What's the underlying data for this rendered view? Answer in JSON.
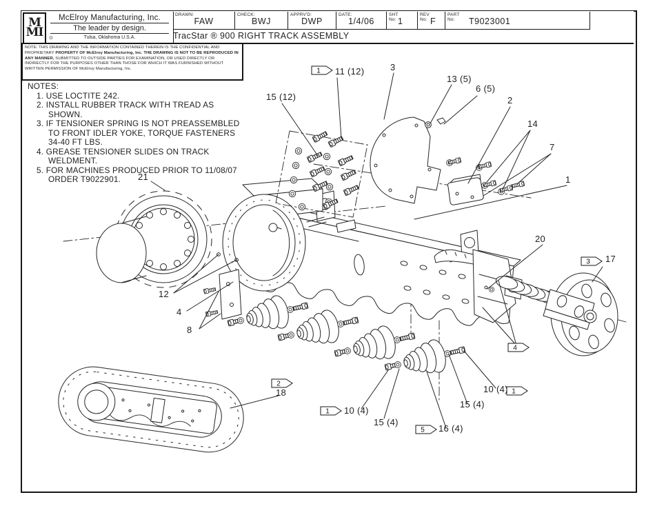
{
  "title_block": {
    "logo": {
      "top": "M",
      "bottom": "MI"
    },
    "company_name": "McElroy Manufacturing, Inc.",
    "tagline": "The leader by design.",
    "location_mark": "⊙",
    "location": "Tulsa, Oklahoma U.S.A.",
    "fields": [
      {
        "label": "DRAWN:",
        "value": "FAW"
      },
      {
        "label": "CHECK:",
        "value": "BWJ"
      },
      {
        "label": "APPRV'D:",
        "value": "DWP"
      },
      {
        "label": "DATE:",
        "value": "1/4/06"
      },
      {
        "label": "SHT\nNo:",
        "value": "1"
      },
      {
        "label": "REV\nNo:",
        "value": "F"
      },
      {
        "label": "PART\nNo:",
        "value": "T9023001"
      }
    ],
    "drawing_title": "TracStar ® 900 RIGHT TRACK ASSEMBLY"
  },
  "confidentiality_note": {
    "seg1": "NOTE: THIS DRAWING AND THE INFORMATION CONTAINED THEREIN IS THE CONFIDENTIAL AND PROPRIETARY ",
    "seg2_bold": "PROPERTY OF McElroy Manufacturing, Inc. THE DRAWING IS NOT TO BE REPRODUCED IN ANY MANNER, ",
    "seg3": "SUBMITTED TO OUTSIDE PARTIES FOR EXAMINATION, OR USED DIRECTLY OR INDIRECTLY FOR THE PURPOSES OTHER THAN THOSE FOR WHICH IT WAS FURNISHED WITHOUT WRITTEN PERMISSION OF McElroy Manufacturing, Inc."
  },
  "notes": {
    "heading": "NOTES:",
    "items": [
      "1. USE LOCTITE 242.",
      "2. INSTALL RUBBER TRACK WITH TREAD AS SHOWN.",
      "3. IF TENSIONER SPRING IS NOT PREASSEMBLED TO FRONT IDLER YOKE, TORQUE FASTENERS 34-40 FT LBS.",
      "4. GREASE TENSIONER SLIDES ON TRACK WELDMENT.",
      "5. FOR MACHINES PRODUCED PRIOR TO 11/08/07 ORDER T9022901."
    ]
  },
  "callouts": [
    {
      "part": "washer-cluster",
      "text": "15 (12)"
    },
    {
      "part": "bolt-cluster",
      "text": "11 (12)"
    },
    {
      "part": "cover-plate",
      "text": "3"
    },
    {
      "part": "nut",
      "text": "13 (5)"
    },
    {
      "part": "clip",
      "text": "6 (5)"
    },
    {
      "part": "slide-pad",
      "text": "2"
    },
    {
      "part": "washers",
      "text": "14"
    },
    {
      "part": "bolts",
      "text": "7"
    },
    {
      "part": "track-frame-weldment",
      "text": "1"
    },
    {
      "part": "drive-sprocket",
      "text": "21"
    },
    {
      "part": "frame-bolts",
      "text": "12"
    },
    {
      "part": "bracket-plate",
      "text": "4"
    },
    {
      "part": "bracket-bolts",
      "text": "8"
    },
    {
      "part": "rubber-track",
      "text": "18"
    },
    {
      "part": "roller-bolt-left",
      "text": "10 (4)"
    },
    {
      "part": "roller-washer-left",
      "text": "15 (4)"
    },
    {
      "part": "track-roller",
      "text": "16 (4)"
    },
    {
      "part": "roller-washer-right",
      "text": "15 (4)"
    },
    {
      "part": "roller-bolt-right",
      "text": "10 (4)"
    },
    {
      "part": "tensioner-spring",
      "text": "20"
    },
    {
      "part": "front-idler-wheel",
      "text": "17"
    }
  ],
  "flags": [
    {
      "position": "top-bolts",
      "label": "1"
    },
    {
      "position": "rubber-track",
      "label": "2"
    },
    {
      "position": "front-idler",
      "label": "3"
    },
    {
      "position": "tensioner-slides",
      "label": "4"
    },
    {
      "position": "rollers",
      "label": "5"
    },
    {
      "position": "bottom-left-bolts",
      "label": "1"
    },
    {
      "position": "bottom-right-bolts",
      "label": "1"
    }
  ],
  "colors": {
    "line": "#242424",
    "background": "#ffffff"
  }
}
